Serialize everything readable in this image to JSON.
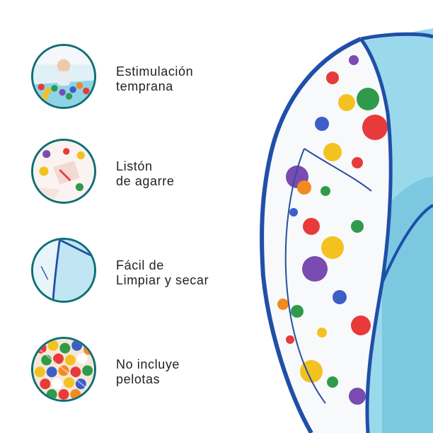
{
  "features": [
    {
      "line1": "Estimulación",
      "line2": "temprana",
      "icon": "baby-in-ball-pit-photo"
    },
    {
      "line1": "Listón",
      "line2": "de agarre",
      "icon": "grab-ribbon-photo"
    },
    {
      "line1": "Fácil de",
      "line2": "Limpiar y secar",
      "icon": "tent-fabric-photo"
    },
    {
      "line1": "No incluye",
      "line2": "pelotas",
      "icon": "colorful-balls-photo"
    }
  ],
  "colors": {
    "circle_border": "#0e6f75",
    "tent_blue": "#8fd3e8",
    "tent_trim": "#1f4fa8",
    "text": "#222222"
  }
}
